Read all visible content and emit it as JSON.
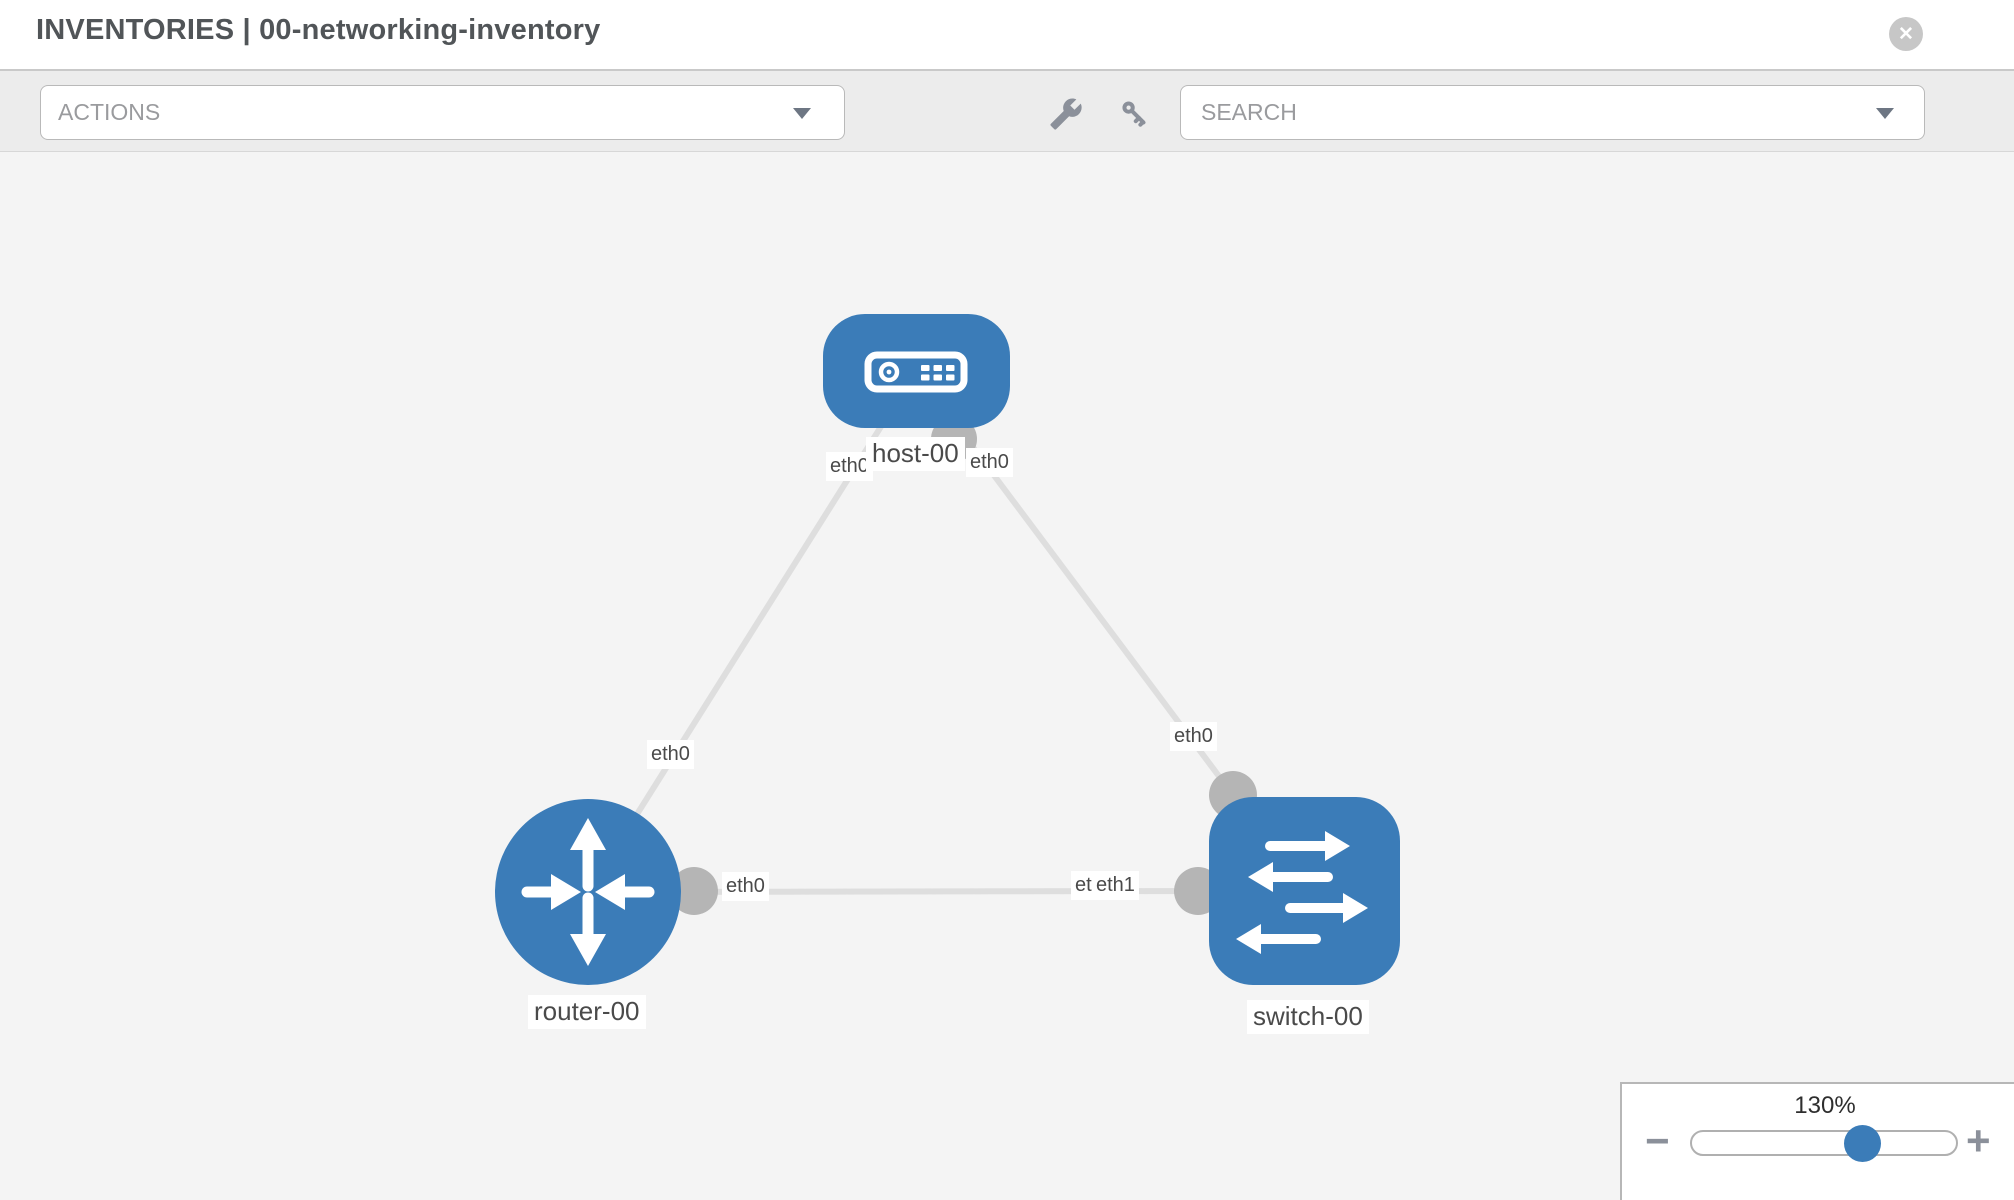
{
  "colors": {
    "node_blue": "#3b7cb8",
    "link_gray": "#dedede",
    "interface_dot_gray": "#b5b5b5",
    "toolbar_icon_gray": "#8b909a",
    "slider_handle_blue": "#3b7cb8"
  },
  "header": {
    "title": "INVENTORIES | 00-networking-inventory",
    "close_glyph": "✕"
  },
  "toolbar": {
    "actions_label": "ACTIONS",
    "search_label": "SEARCH"
  },
  "topology": {
    "nodes": [
      {
        "id": "host-00",
        "type": "host",
        "label": "host-00"
      },
      {
        "id": "router-00",
        "type": "router",
        "label": "router-00"
      },
      {
        "id": "switch-00",
        "type": "switch",
        "label": "switch-00"
      }
    ],
    "links": [
      {
        "from": "host-00",
        "to": "router-00",
        "from_interface": "eth0",
        "to_interface": "eth0"
      },
      {
        "from": "host-00",
        "to": "switch-00",
        "from_interface": "eth0",
        "to_interface": "eth0"
      },
      {
        "from": "router-00",
        "to": "switch-00",
        "from_interface": "eth0",
        "to_interface": "eth1",
        "to_interface_overlapped": "eth0"
      }
    ]
  },
  "zoom_control": {
    "level": "130%",
    "minus_glyph": "−",
    "plus_glyph": "+"
  },
  "icons": {
    "wrench-icon": "svg-wrench",
    "key-icon": "svg-key",
    "caret-down-icon": "css-triangle-down",
    "close-icon": "✕",
    "minus-icon": "−",
    "plus-icon": "+"
  }
}
